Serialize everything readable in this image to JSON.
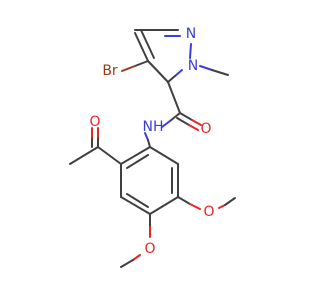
{
  "molecule": {
    "atoms": {
      "bromine": "Br",
      "pyrazole_n1": "N",
      "pyrazole_n2": "N",
      "amide_nh": "NH",
      "amide_oxygen": "O",
      "acetyl_oxygen": "O",
      "methoxy_oxygen_upper": "O",
      "methoxy_oxygen_lower": "O"
    }
  },
  "colors": {
    "bond": "#404040",
    "oxygen": "#e8262a",
    "nitrogen": "#3b3fd4",
    "bromine": "#9a3a1e",
    "background": "#ffffff"
  }
}
